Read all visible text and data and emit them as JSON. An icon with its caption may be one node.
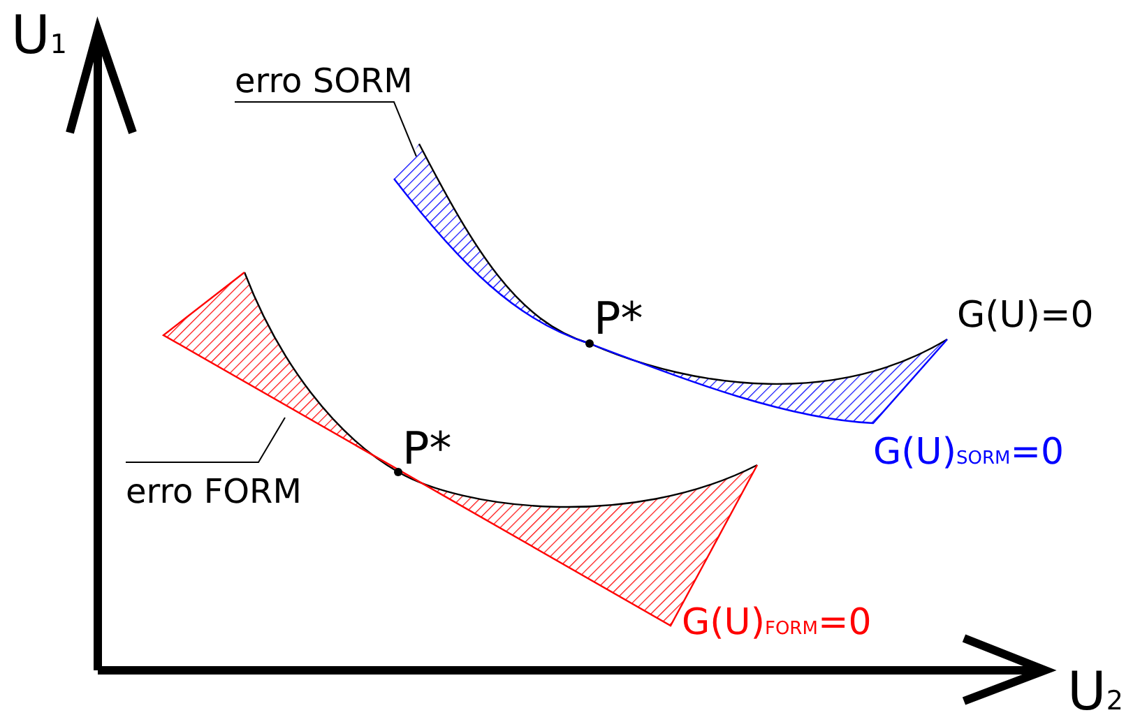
{
  "diagram": {
    "nodes": [
      {
        "text": [
          "erro SORM"
        ]
      },
      {
        "text": [],
        "shape": "picture"
      },
      {
        "text": [
          "erro FORM"
        ]
      },
      {
        "text": [],
        "shape": "picture"
      }
    ],
    "edges": [
      {
        "from": 0,
        "to": 1,
        "arrow": "none"
      },
      {
        "from": 2,
        "to": 3,
        "arrow": "none"
      }
    ],
    "labels": [
      "U$_{1}$",
      "U$_{2}$",
      "P*",
      "P*",
      "G(U)=0",
      "G(U)$_{SORM}$=0",
      "G(U)$_{FORM}$=0"
    ]
  }
}
